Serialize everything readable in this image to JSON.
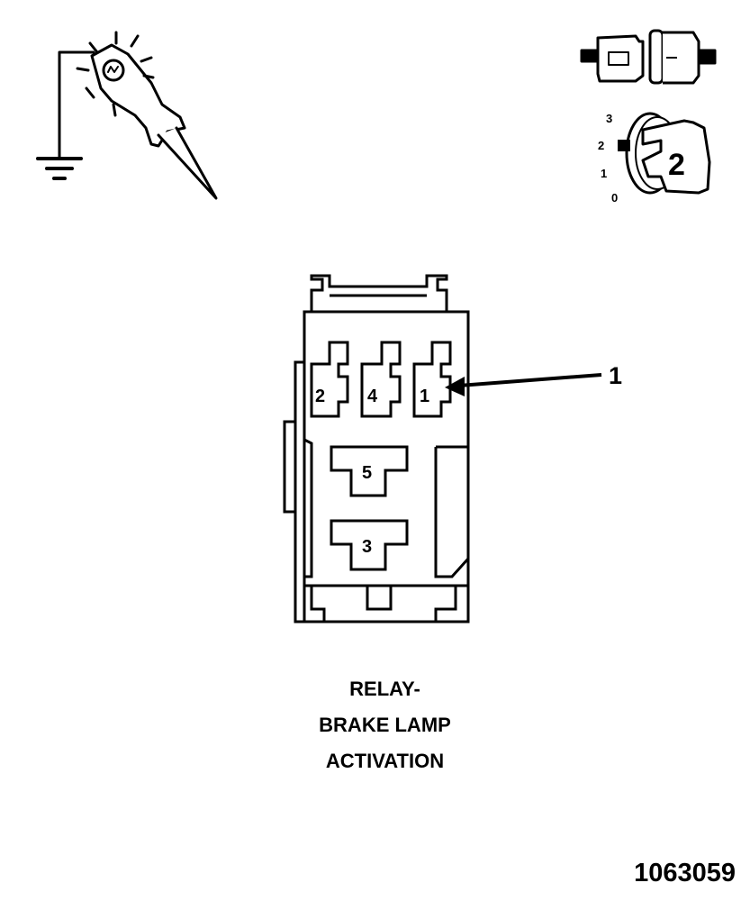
{
  "caption": {
    "line1": "RELAY-",
    "line2": "BRAKE LAMP",
    "line3": "ACTIVATION"
  },
  "figure_number": "1063059",
  "callout": {
    "label": "1"
  },
  "terminals": {
    "t2": "2",
    "t4": "4",
    "t1": "1",
    "t5": "5",
    "t3": "3"
  },
  "ignition_switch": {
    "positions": [
      "3",
      "2",
      "1",
      "0"
    ],
    "key_label": "2"
  },
  "icons": {
    "test_probe": "test-light-probe-icon",
    "ground": "ground-symbol-icon",
    "connector": "disconnected-connector-icon",
    "ignition": "ignition-key-icon"
  },
  "colors": {
    "ink": "#000000",
    "paper": "#ffffff"
  }
}
